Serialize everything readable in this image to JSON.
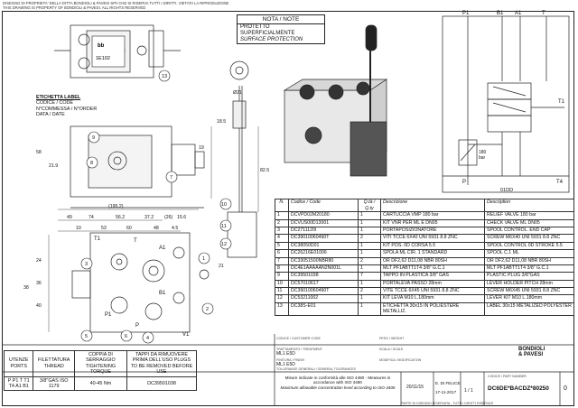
{
  "header_note": {
    "line1": "DISEGNO DI PROPRIETA' DELLA DITTA BONDIOLI & PAVESI SPA CHE SI RISERVA TUTTI I DIRITTI. VIETATA LA RIPRODUZIONE",
    "line2": "THIS DRAWING IS PROPERTY OF BONDIOLI & PAVESI. ALL RIGHTS RESERVED"
  },
  "note_box": {
    "title": "NOTA / NOTE",
    "line1": "PROTETTO SUPERFICIALMENTE",
    "line2": "SURFACE PROTECTION"
  },
  "label_box": {
    "title": "ETICHETTA LABEL",
    "line1": "CODICE / CODE",
    "line2": "N°COMMESSA / N°ORDER",
    "line3": "DATA / DATE"
  },
  "label_plate": {
    "code": "1E102",
    "brand": "bb"
  },
  "dimensions": {
    "d1": "(195.2)",
    "d2": "49",
    "d3": "74",
    "d4": "56.2",
    "d5": "37.2",
    "d6": "(26)",
    "d7": "15.6",
    "d8": "10",
    "d9": "53",
    "d10": "60",
    "d11": "48",
    "d12": "4.5",
    "d13": "24",
    "d14": "36",
    "d15": "40",
    "d16": "19",
    "d17": "21.9",
    "d18": "58",
    "d19": "82.5",
    "d20": "Ø21",
    "d21": "18.5",
    "d22": "21",
    "d23": "38"
  },
  "ports_drawing": [
    "T1",
    "T",
    "P1",
    "P",
    "B1",
    "A1",
    "V1"
  ],
  "balloons": [
    "1",
    "2",
    "3",
    "4",
    "5",
    "6",
    "7",
    "8",
    "9",
    "10",
    "11",
    "12",
    "13"
  ],
  "schematic": {
    "ports_top": [
      "P1",
      "B1",
      "A1",
      "T"
    ],
    "ports_right": [
      "T1"
    ],
    "ports_bottom": [
      "T4"
    ],
    "relief": "180",
    "relief_unit": "bar",
    "letter_p": "P",
    "model": "01DD"
  },
  "bom": {
    "headers": [
      "N.",
      "Codice / Code",
      "Q.tà / Q.ty",
      "Descrizione",
      "Description"
    ],
    "rows": [
      [
        "1",
        "DCVPD02M20180",
        "1",
        "CARTUCCIA VMP 180 bar",
        "RELIEF VALVE 180 bar"
      ],
      [
        "2",
        "DCVUS00D13001",
        "1",
        "KIT VNR PER ML E DN05",
        "CHECK VALVE ML DN05"
      ],
      [
        "3",
        "DC2711120I",
        "1",
        "PORTAPOSIZIONATORE",
        "SPOOL CONTROL. END CAP"
      ],
      [
        "4",
        "DC39010060490T",
        "2",
        "VITI TCCE 6X40 UNI 5931 8.8 ZNC",
        "SCREW M6X40 UNI 5931 8.8 ZNC"
      ],
      [
        "5",
        "DC38050D01",
        "1",
        "KIT POS. 0D CORSA 5.5",
        "SPOOL CONTROL 0D STROKE 5.5"
      ],
      [
        "6",
        "DC26216E01006",
        "1",
        "SPOLA ML CIR. 1 STANDARD",
        "SPOOL C.1 ML"
      ],
      [
        "7",
        "DC33051500NBR80",
        "2",
        "OR DF2,62 D11,08 NBR 80SH",
        "OR DF2,62 D11,08 NBR 80SH"
      ],
      [
        "8",
        "DC4E1AAAAAN2N001L",
        "1",
        "MLT PF1ABTT1T4 3/8\" G.C.1",
        "MLT PF1ABTT1T4 3/8\" G.C.1"
      ],
      [
        "9",
        "DC39501038",
        "7",
        "TAPPO IN PLASTICA 3/8\" GAS",
        "PLASTIC PLUG 3/8\"GAS"
      ],
      [
        "10",
        "DC57010617",
        "1",
        "PORTALEVA PASSO 28mm",
        "LEVER HOLDER PITCH 28mm"
      ],
      [
        "11",
        "DC39010060490T",
        "2",
        "VITE TCCE 6X45 UNI 5931 8.8 ZNC",
        "SCREW M6X45 UNI 5931 8.8 ZNC"
      ],
      [
        "12",
        "DC53211002",
        "1",
        "KIT LEVA M10 L.180mm",
        "LEVER KIT M10 L.180mm"
      ],
      [
        "13",
        "DC38S-E01",
        "1",
        "ETICHETTA 30x15 IN POLIESTERE METALLIZ.",
        "LABEL 30x15 METALIZED POLYESTER"
      ]
    ]
  },
  "ports_table": {
    "h1": "UTENZE PORTS",
    "h2": "FILETTATURA THREAD",
    "h3": "COPPIA DI SERRAGGIO TIGHTENING TORQUE",
    "h4": "TAPPI DA RIMUOVERE PRIMA DELL'USO PLUGS TO BE REMOVED BEFORE USE",
    "r1": "P P1 T T1 T4 A1 B1",
    "r2": "3/8\"GAS ISO 1179",
    "r3": "40-45 Nm",
    "r4": "DC39501038"
  },
  "title_block": {
    "lab_material": "CODICE / CUSTOMER CODE",
    "lab_treatment": "TRATTAMENTO / TREATMENT",
    "val_treatment": "ML1 E5D",
    "lab_finish": "FINITURA / FINISH",
    "val_finish": "ML1 E5D",
    "lab_tolerance": "TOLLERANZE GENERALI / GENERAL TOLERANCES",
    "lab_weight": "PESO / WEIGHT",
    "lab_scale": "SCALA / SCALE",
    "lab_modif": "MODIFICA / MODIFICATION",
    "note_iso": "Misure indicate in conformità alle ISO 4480 - Measures in accordance with ISO 4480",
    "note_iso2": "Maximum allowable concentration level according to ISO 4406",
    "date": "20/11/15",
    "drawn_by": "E. DI FELICE",
    "date2": "17-11-2017",
    "sheet": "1 / 1",
    "code_label": "CODICE / PART NUMBER",
    "code": "DC6DE*BACDZ*80250",
    "rev": "0",
    "brand_line1": "BONDIOLI",
    "brand_line2": "& PAVESI",
    "footer": "PARTE DI DISEGNO RISERVATA - TUTTI I DIRITTI RISERVATI"
  }
}
